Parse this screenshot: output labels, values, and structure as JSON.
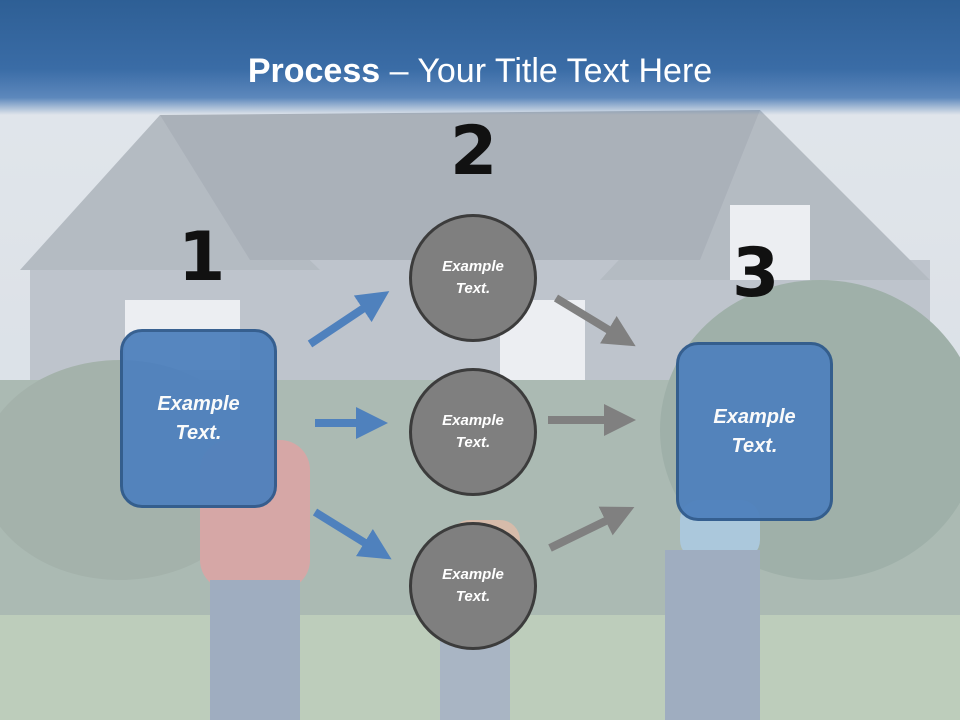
{
  "title": {
    "bold": "Process",
    "rest": " – Your Title Text Here"
  },
  "steps": [
    {
      "number": "1",
      "label": "Example\nText."
    },
    {
      "number": "2",
      "labels": [
        "Example\nText.",
        "Example\nText.",
        "Example\nText."
      ]
    },
    {
      "number": "3",
      "label": "Example\nText."
    }
  ],
  "colors": {
    "box": "#4f81bd",
    "circle": "#7f7f7f",
    "arrow_blue": "#4f81bd",
    "arrow_gray": "#7f7f7f"
  }
}
